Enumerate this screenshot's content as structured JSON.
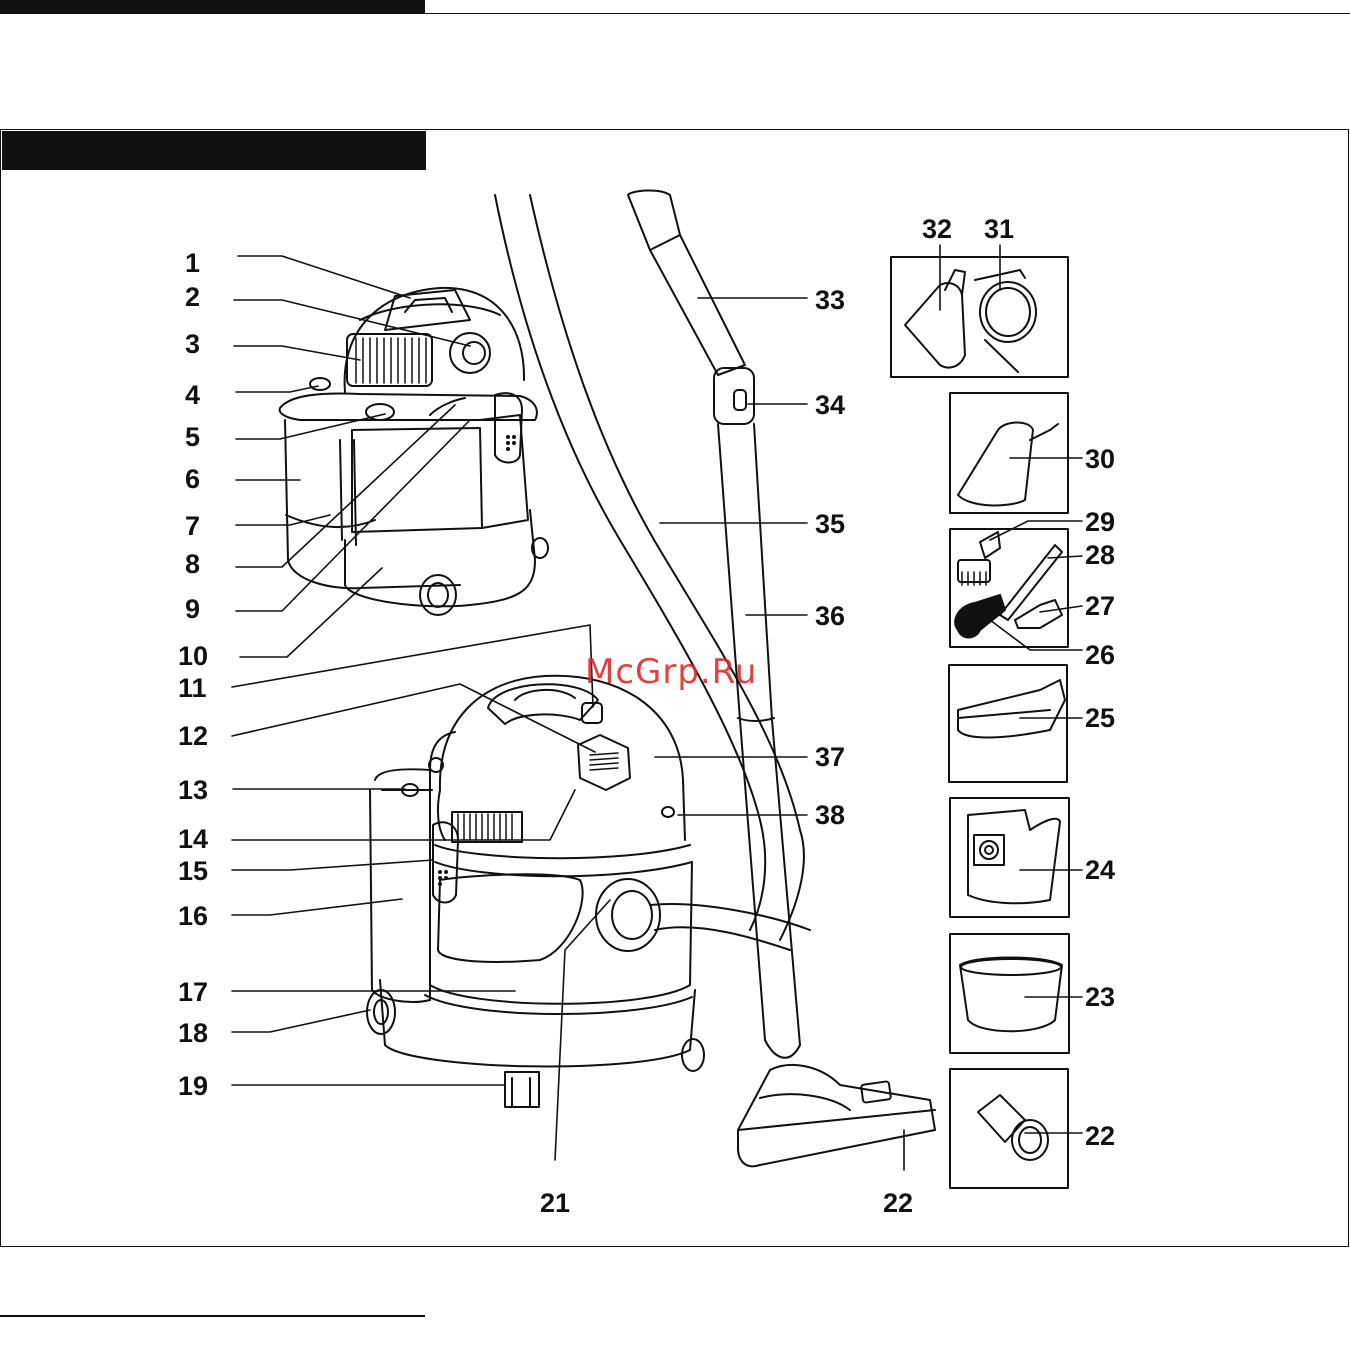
{
  "watermark": "McGrp.Ru",
  "callouts": [
    {
      "id": "c1",
      "text": "1"
    },
    {
      "id": "c2",
      "text": "2"
    },
    {
      "id": "c3",
      "text": "3"
    },
    {
      "id": "c4",
      "text": "4"
    },
    {
      "id": "c5",
      "text": "5"
    },
    {
      "id": "c6",
      "text": "6"
    },
    {
      "id": "c7",
      "text": "7"
    },
    {
      "id": "c8",
      "text": "8"
    },
    {
      "id": "c9",
      "text": "9"
    },
    {
      "id": "c10",
      "text": "10"
    },
    {
      "id": "c11",
      "text": "11"
    },
    {
      "id": "c12",
      "text": "12"
    },
    {
      "id": "c13",
      "text": "13"
    },
    {
      "id": "c14",
      "text": "14"
    },
    {
      "id": "c15",
      "text": "15"
    },
    {
      "id": "c16",
      "text": "16"
    },
    {
      "id": "c17",
      "text": "17"
    },
    {
      "id": "c18",
      "text": "18"
    },
    {
      "id": "c19",
      "text": "19"
    },
    {
      "id": "c21",
      "text": "21"
    },
    {
      "id": "c22a",
      "text": "22"
    },
    {
      "id": "c22b",
      "text": "22"
    },
    {
      "id": "c23",
      "text": "23"
    },
    {
      "id": "c24",
      "text": "24"
    },
    {
      "id": "c25",
      "text": "25"
    },
    {
      "id": "c26",
      "text": "26"
    },
    {
      "id": "c27",
      "text": "27"
    },
    {
      "id": "c28",
      "text": "28"
    },
    {
      "id": "c29",
      "text": "29"
    },
    {
      "id": "c30",
      "text": "30"
    },
    {
      "id": "c31",
      "text": "31"
    },
    {
      "id": "c32",
      "text": "32"
    },
    {
      "id": "c33",
      "text": "33"
    },
    {
      "id": "c34",
      "text": "34"
    },
    {
      "id": "c35",
      "text": "35"
    },
    {
      "id": "c36",
      "text": "36"
    },
    {
      "id": "c37",
      "text": "37"
    },
    {
      "id": "c38",
      "text": "38"
    }
  ]
}
